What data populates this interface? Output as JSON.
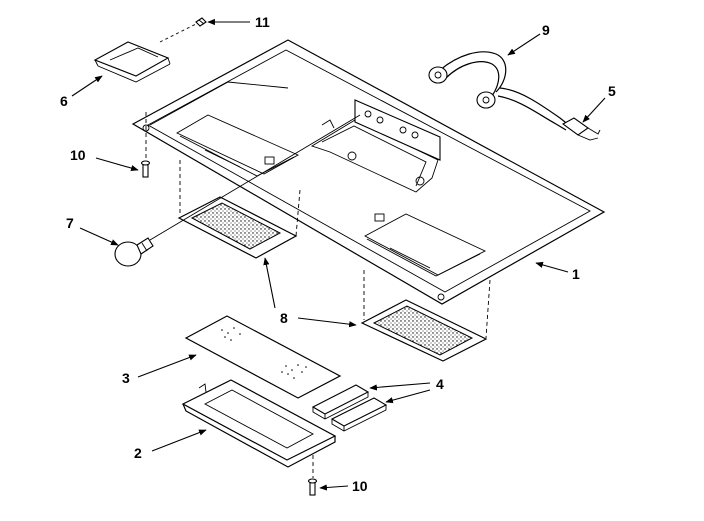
{
  "callouts": [
    {
      "id": "c11",
      "text": "11"
    },
    {
      "id": "c9",
      "text": "9"
    },
    {
      "id": "c6",
      "text": "6"
    },
    {
      "id": "c5",
      "text": "5"
    },
    {
      "id": "c10a",
      "text": "10"
    },
    {
      "id": "c7",
      "text": "7"
    },
    {
      "id": "c1",
      "text": "1"
    },
    {
      "id": "c8",
      "text": "8"
    },
    {
      "id": "c3",
      "text": "3"
    },
    {
      "id": "c4",
      "text": "4"
    },
    {
      "id": "c2",
      "text": "2"
    },
    {
      "id": "c10b",
      "text": "10"
    }
  ]
}
